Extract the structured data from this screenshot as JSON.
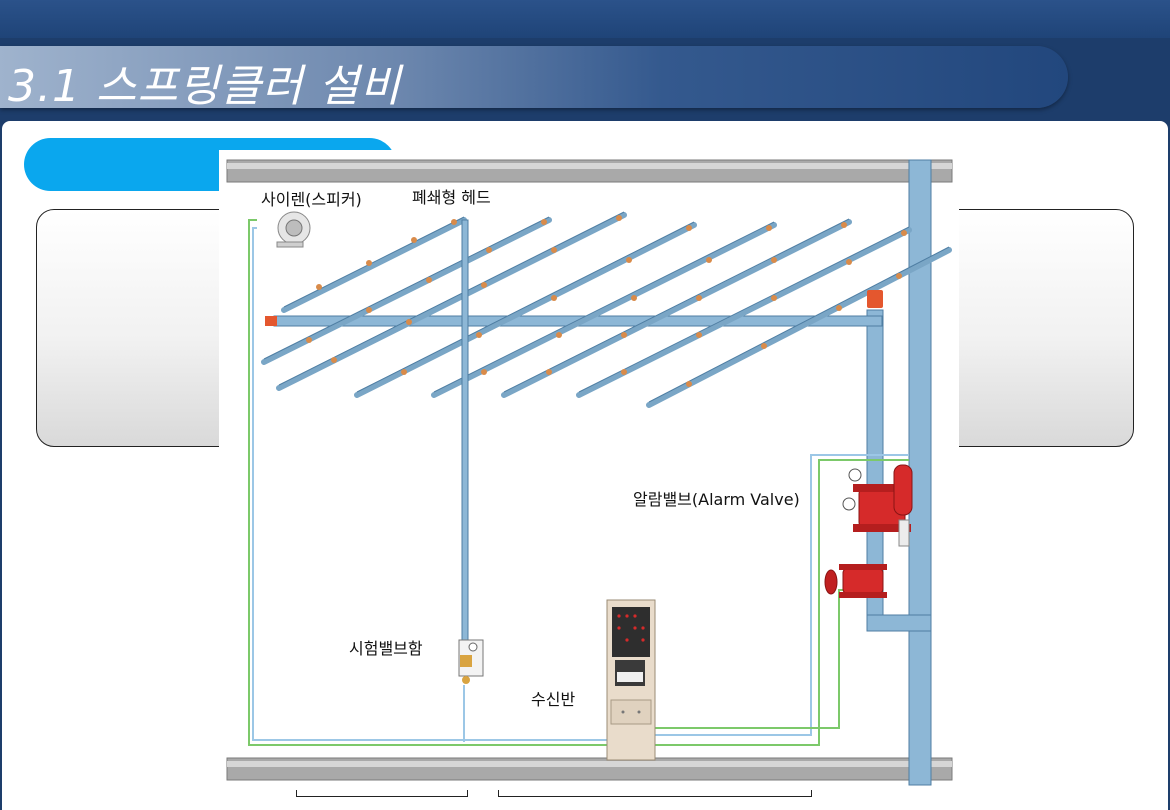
{
  "slide": {
    "title": "3.1 스프링클러 설비"
  },
  "diagram": {
    "labels": {
      "siren": "사이렌(스피커)",
      "closed_head": "폐쇄형 헤드",
      "alarm_valve": "알람밸브(Alarm Valve)",
      "test_valve_box": "시험밸브함",
      "control_panel": "수신반"
    }
  },
  "colors": {
    "header": "#1d3d6b",
    "pill": "#0aa7ee",
    "pipe": "#8db7d6",
    "signal_wire": "#7cc96a",
    "valve": "#d62a2a"
  }
}
